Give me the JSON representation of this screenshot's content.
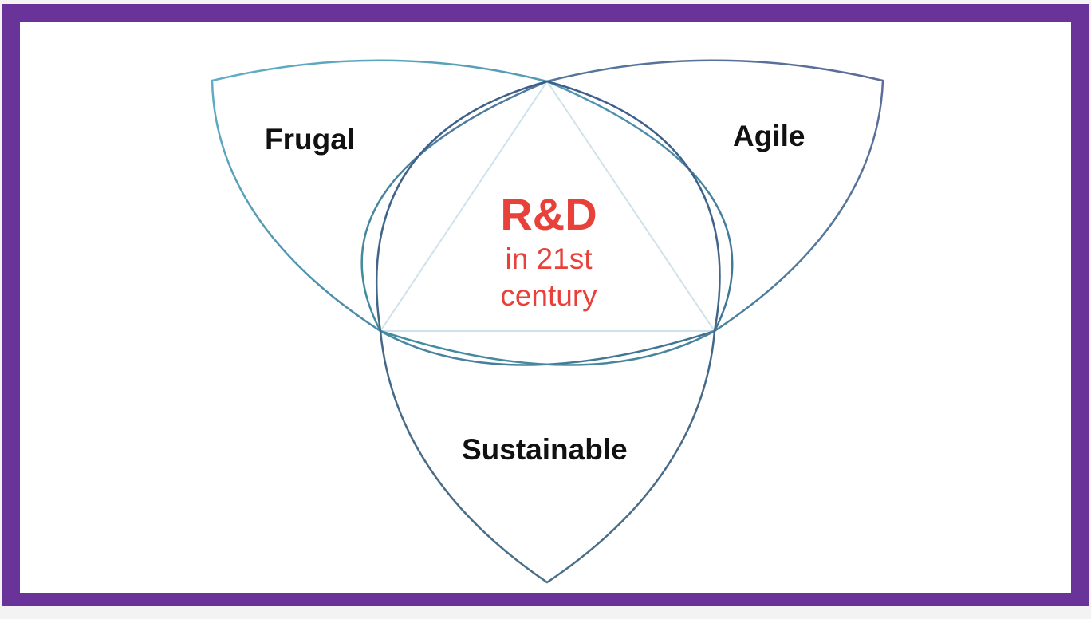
{
  "diagram": {
    "petals": [
      {
        "id": "frugal",
        "label": "Frugal"
      },
      {
        "id": "agile",
        "label": "Agile"
      },
      {
        "id": "sustainable",
        "label": "Sustainable"
      }
    ],
    "center": {
      "title": "R&D",
      "subtitle_line1": "in 21st",
      "subtitle_line2": "century"
    },
    "colors": {
      "frame": "#6a3399",
      "center_text": "#e8413a",
      "petal_text": "#111111",
      "outline": "#4a8ea6"
    }
  }
}
